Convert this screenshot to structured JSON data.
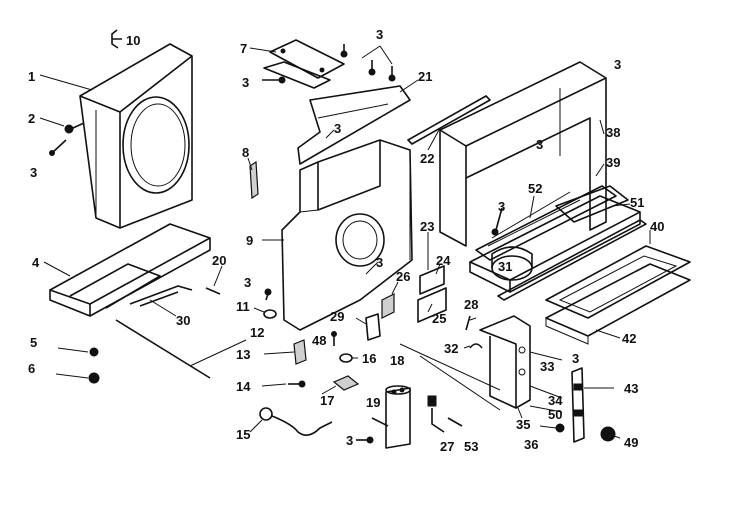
{
  "callouts": [
    {
      "id": "c10",
      "text": "10"
    },
    {
      "id": "c1",
      "text": "1"
    },
    {
      "id": "c2",
      "text": "2"
    },
    {
      "id": "c3a",
      "text": "3"
    },
    {
      "id": "c7",
      "text": "7"
    },
    {
      "id": "c3b",
      "text": "3"
    },
    {
      "id": "c3c",
      "text": "3"
    },
    {
      "id": "c21",
      "text": "21"
    },
    {
      "id": "c3d",
      "text": "3"
    },
    {
      "id": "c8",
      "text": "8"
    },
    {
      "id": "c22",
      "text": "22"
    },
    {
      "id": "c3e",
      "text": "3"
    },
    {
      "id": "c3f",
      "text": "3"
    },
    {
      "id": "c38",
      "text": "38"
    },
    {
      "id": "c39",
      "text": "39"
    },
    {
      "id": "c52",
      "text": "52"
    },
    {
      "id": "c3g",
      "text": "3"
    },
    {
      "id": "c51",
      "text": "51"
    },
    {
      "id": "c40",
      "text": "40"
    },
    {
      "id": "c9",
      "text": "9"
    },
    {
      "id": "c23",
      "text": "23"
    },
    {
      "id": "c24",
      "text": "24"
    },
    {
      "id": "c31",
      "text": "31"
    },
    {
      "id": "c3h",
      "text": "3"
    },
    {
      "id": "c4",
      "text": "4"
    },
    {
      "id": "c20",
      "text": "20"
    },
    {
      "id": "c3i",
      "text": "3"
    },
    {
      "id": "c26",
      "text": "26"
    },
    {
      "id": "c11",
      "text": "11"
    },
    {
      "id": "c25",
      "text": "25"
    },
    {
      "id": "c30",
      "text": "30"
    },
    {
      "id": "c28",
      "text": "28"
    },
    {
      "id": "c29",
      "text": "29"
    },
    {
      "id": "c42",
      "text": "42"
    },
    {
      "id": "c12",
      "text": "12"
    },
    {
      "id": "c5",
      "text": "5"
    },
    {
      "id": "c48",
      "text": "48"
    },
    {
      "id": "c32",
      "text": "32"
    },
    {
      "id": "c13",
      "text": "13"
    },
    {
      "id": "c16",
      "text": "16"
    },
    {
      "id": "c18",
      "text": "18"
    },
    {
      "id": "c3j",
      "text": "3"
    },
    {
      "id": "c33",
      "text": "33"
    },
    {
      "id": "c6",
      "text": "6"
    },
    {
      "id": "c14",
      "text": "14"
    },
    {
      "id": "c17",
      "text": "17"
    },
    {
      "id": "c43",
      "text": "43"
    },
    {
      "id": "c34",
      "text": "34"
    },
    {
      "id": "c19",
      "text": "19"
    },
    {
      "id": "c50",
      "text": "50"
    },
    {
      "id": "c35",
      "text": "35"
    },
    {
      "id": "c15",
      "text": "15"
    },
    {
      "id": "c3k",
      "text": "3"
    },
    {
      "id": "c27",
      "text": "27"
    },
    {
      "id": "c53",
      "text": "53"
    },
    {
      "id": "c36",
      "text": "36"
    },
    {
      "id": "c49",
      "text": "49"
    }
  ]
}
